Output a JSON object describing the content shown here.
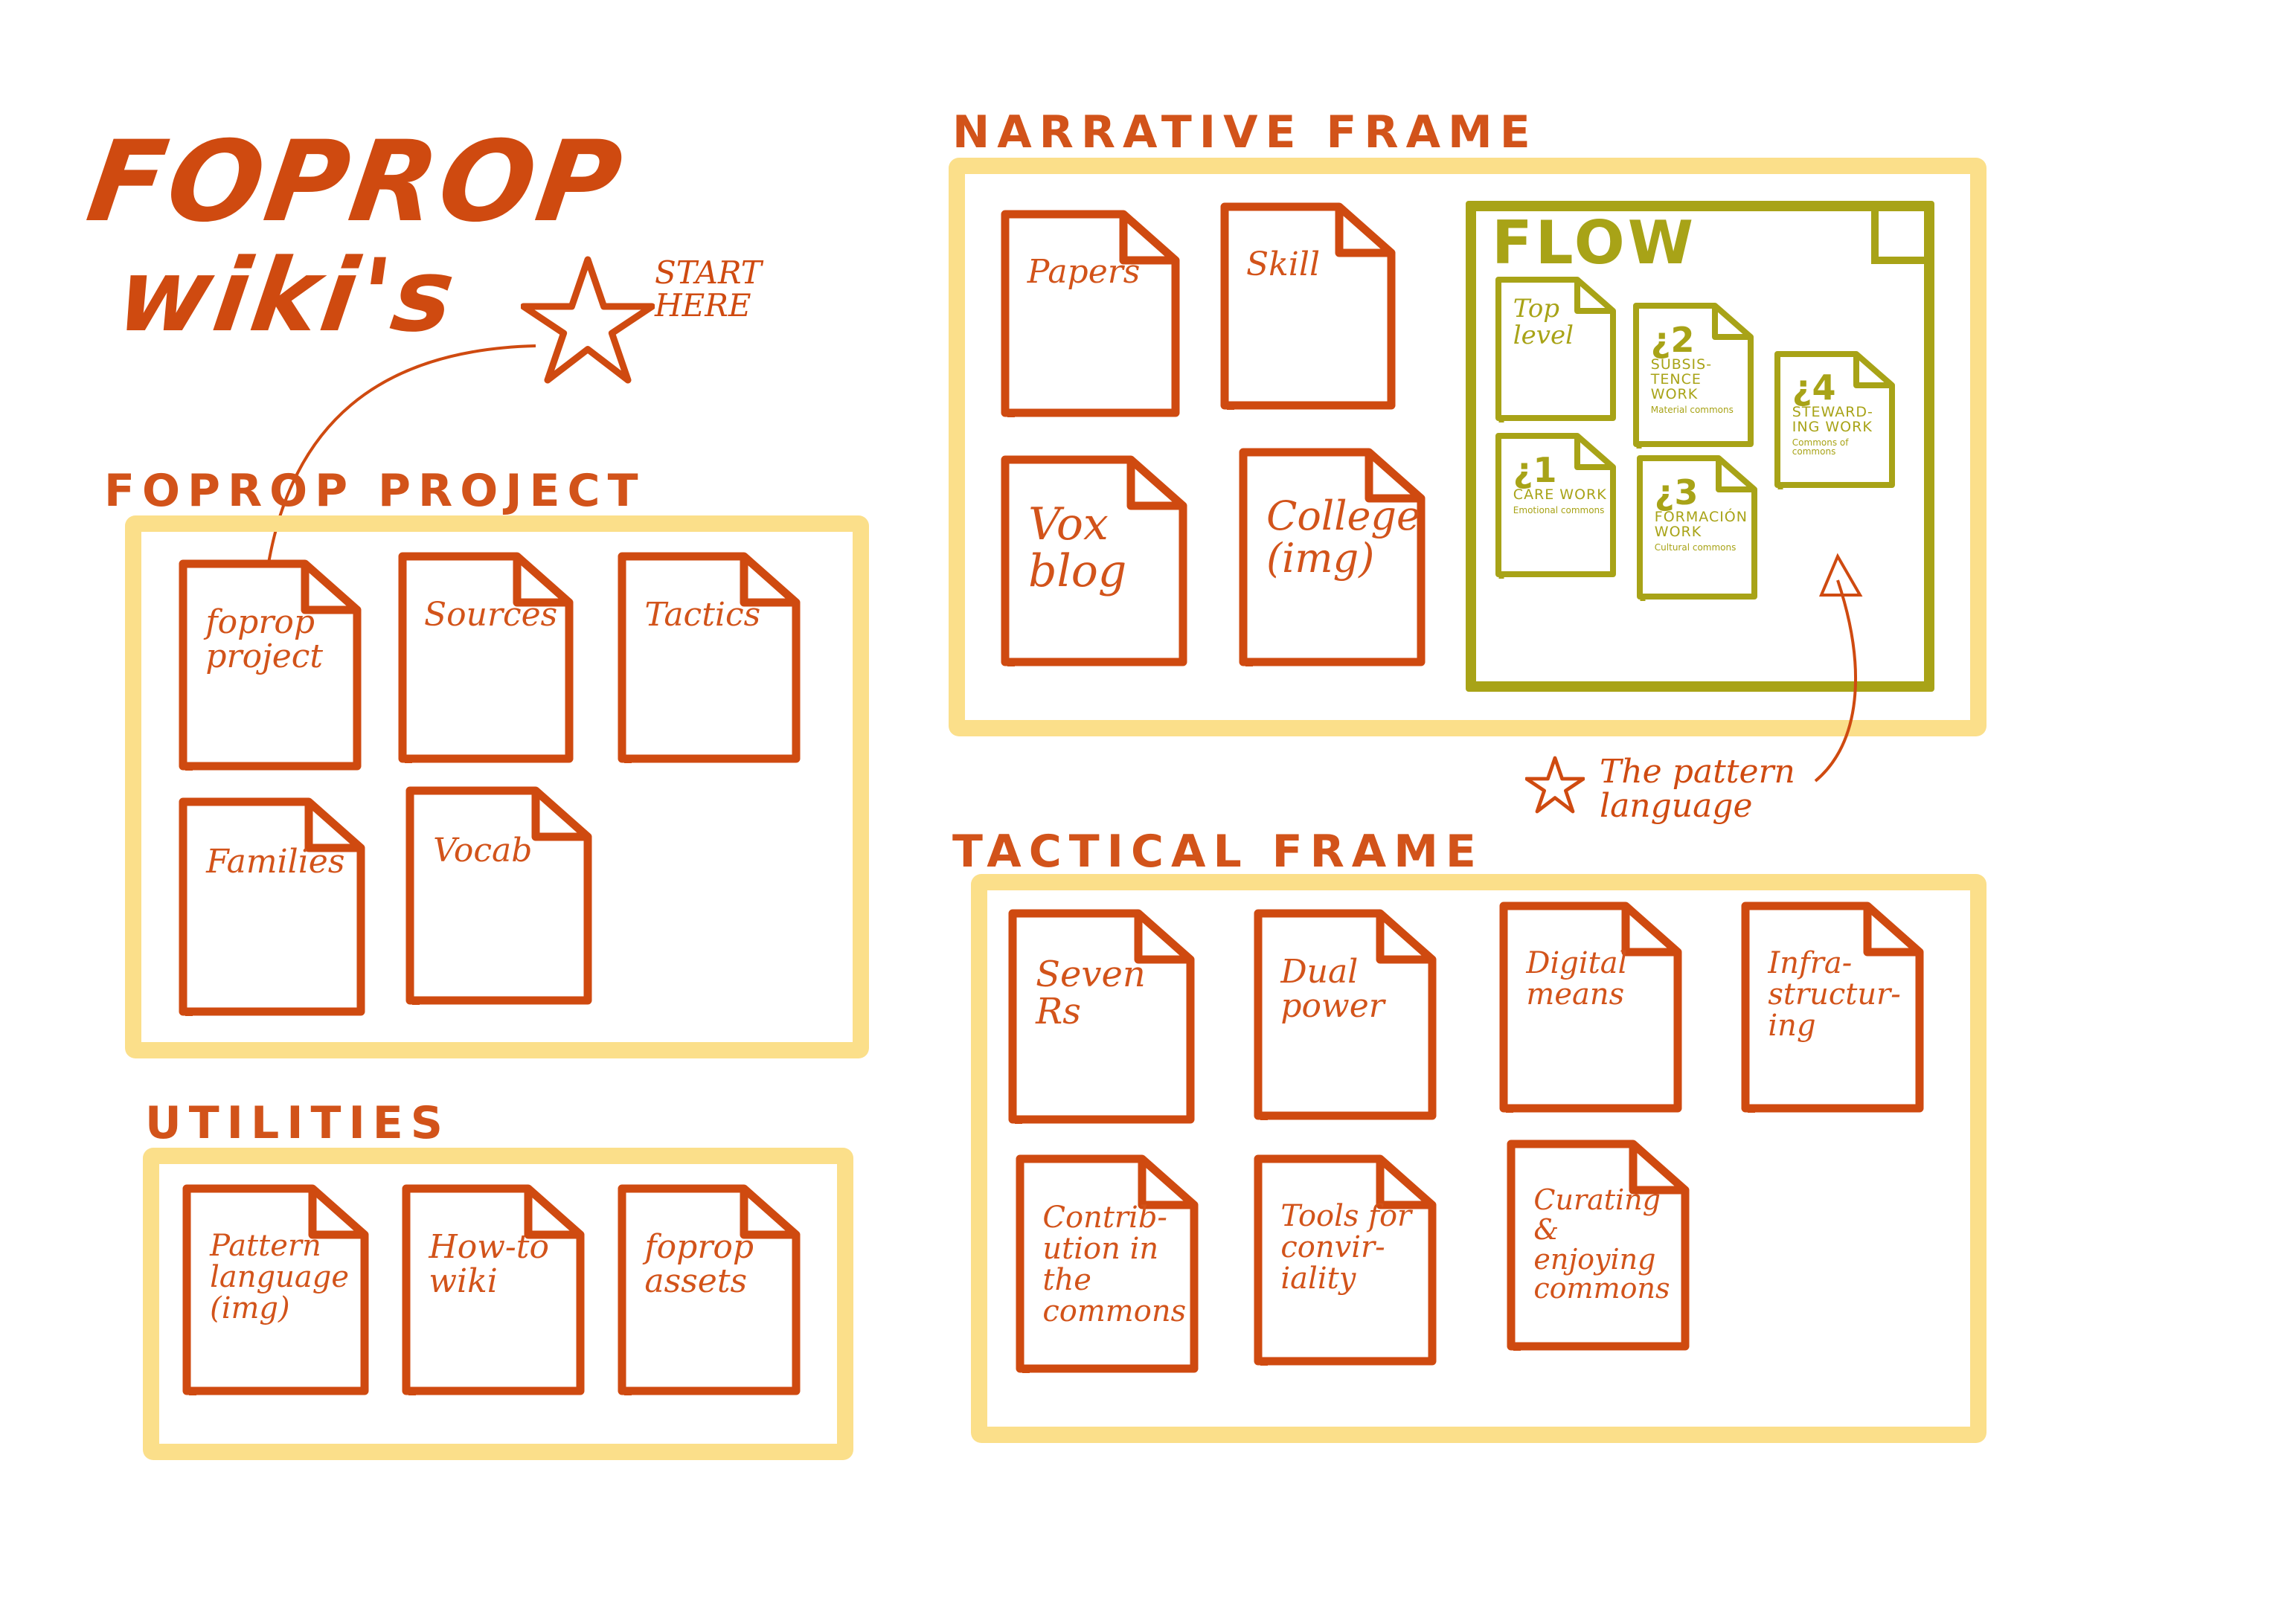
{
  "title": {
    "line1": "FOPROP",
    "line2": "wiki's"
  },
  "start_here": {
    "text": "START HERE"
  },
  "pattern_note": {
    "text": "The pattern language"
  },
  "sections": {
    "project": {
      "heading": "FOPROP PROJECT"
    },
    "utilities": {
      "heading": "UTILITIES"
    },
    "narrative": {
      "heading": "NARRATIVE FRAME"
    },
    "tactical": {
      "heading": "TACTICAL FRAME"
    },
    "flow": {
      "heading": "FLOW"
    }
  },
  "pages": {
    "foprop_project": "foprop project",
    "sources": "Sources",
    "tactics": "Tactics",
    "families": "Families",
    "vocab": "Vocab",
    "pattern_language": "Pattern language (img)",
    "how_to_wiki": "How-to wiki",
    "foprop_assets": "foprop assets",
    "papers": "Papers",
    "skill": "Skill",
    "vox_blog": "Vox blog",
    "college": "College (img)",
    "seven_rs": "Seven Rs",
    "dual_power": "Dual power",
    "digital_means": "Digital means",
    "infrastructuring": "Infra-structur-ing",
    "contribution": "Contrib-ution in the commons",
    "tools_conviviality": "Tools for convir-iality",
    "curating": "Curating & enjoying commons"
  },
  "flow_pages": {
    "top_level": {
      "num": "Top level"
    },
    "q1": {
      "num": "¿1",
      "work": "CARE WORK",
      "sub": "Emotional commons"
    },
    "q2": {
      "num": "¿2",
      "work": "SUBSIS-TENCE WORK",
      "sub": "Material commons"
    },
    "q3": {
      "num": "¿3",
      "work": "FORMACIÓN WORK",
      "sub": "Cultural commons"
    },
    "q4": {
      "num": "¿4",
      "work": "STEWARD-ING WORK",
      "sub": "Commons of commons"
    }
  },
  "colors": {
    "accent": "#d2531a",
    "frame": "#fbdf8a",
    "flow": "#a8a317"
  }
}
